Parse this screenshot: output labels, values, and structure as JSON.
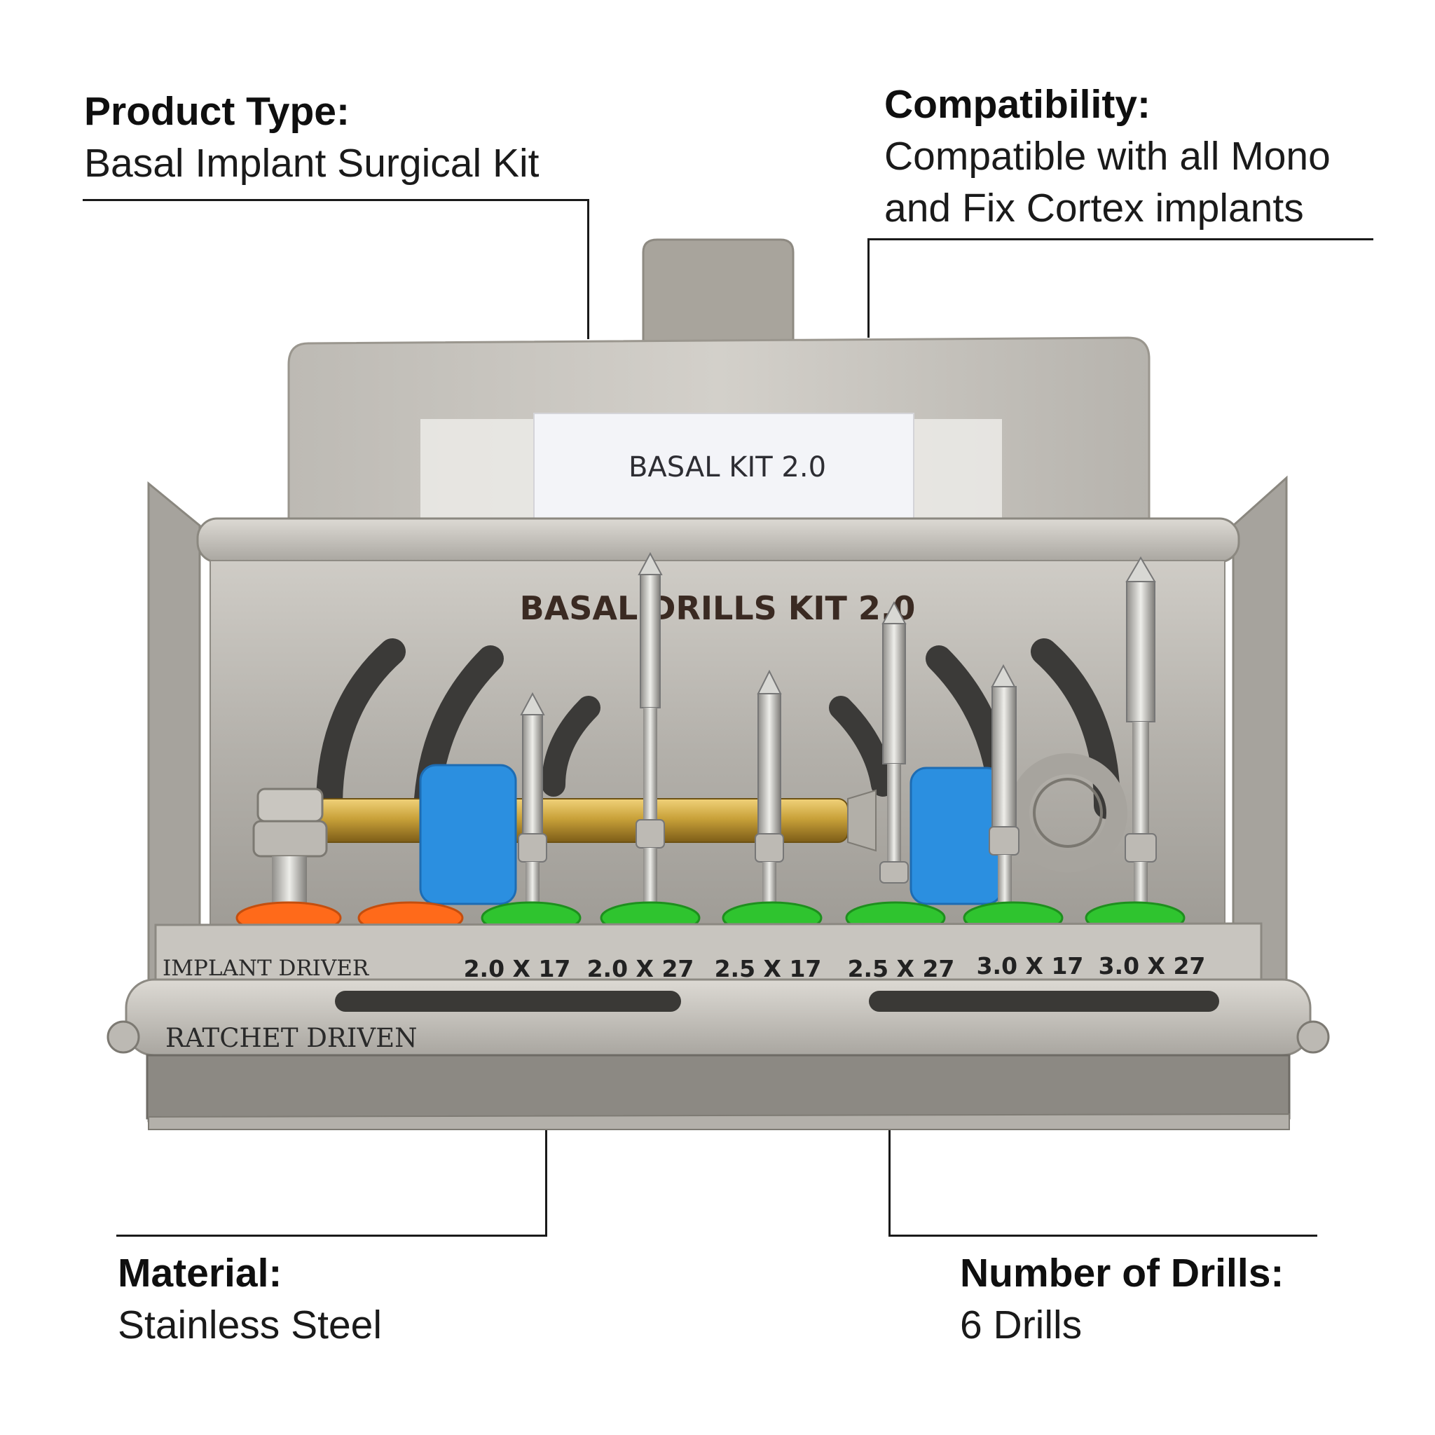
{
  "callouts": {
    "product_type": {
      "heading": "Product Type:",
      "body": "Basal Implant Surgical Kit"
    },
    "compatibility": {
      "heading": "Compatibility:",
      "body_line1": "Compatible with all Mono",
      "body_line2": "and Fix Cortex implants"
    },
    "material": {
      "heading": "Material:",
      "body": "Stainless Steel"
    },
    "drills": {
      "heading": "Number of Drills:",
      "body": "6 Drills"
    }
  },
  "kit": {
    "label_card": "BASAL KIT 2.0",
    "tray_title": "BASAL DRILLS KIT 2.0",
    "implant_driver": "IMPLANT DRIVER",
    "ratchet_driven": "RATCHET DRIVEN",
    "drill_sizes": [
      "2.0 X 17",
      "2.0 X 27",
      "2.5 X 17",
      "2.5 X 27",
      "3.0 X 17",
      "3.0 X 27"
    ]
  },
  "colors": {
    "orange_grommet": "#ff6a1a",
    "green_grommet": "#2fc42f",
    "blue_holder": "#2b8fe0",
    "gold_shaft": "#c9a23a",
    "steel": "#b9b6b0"
  }
}
